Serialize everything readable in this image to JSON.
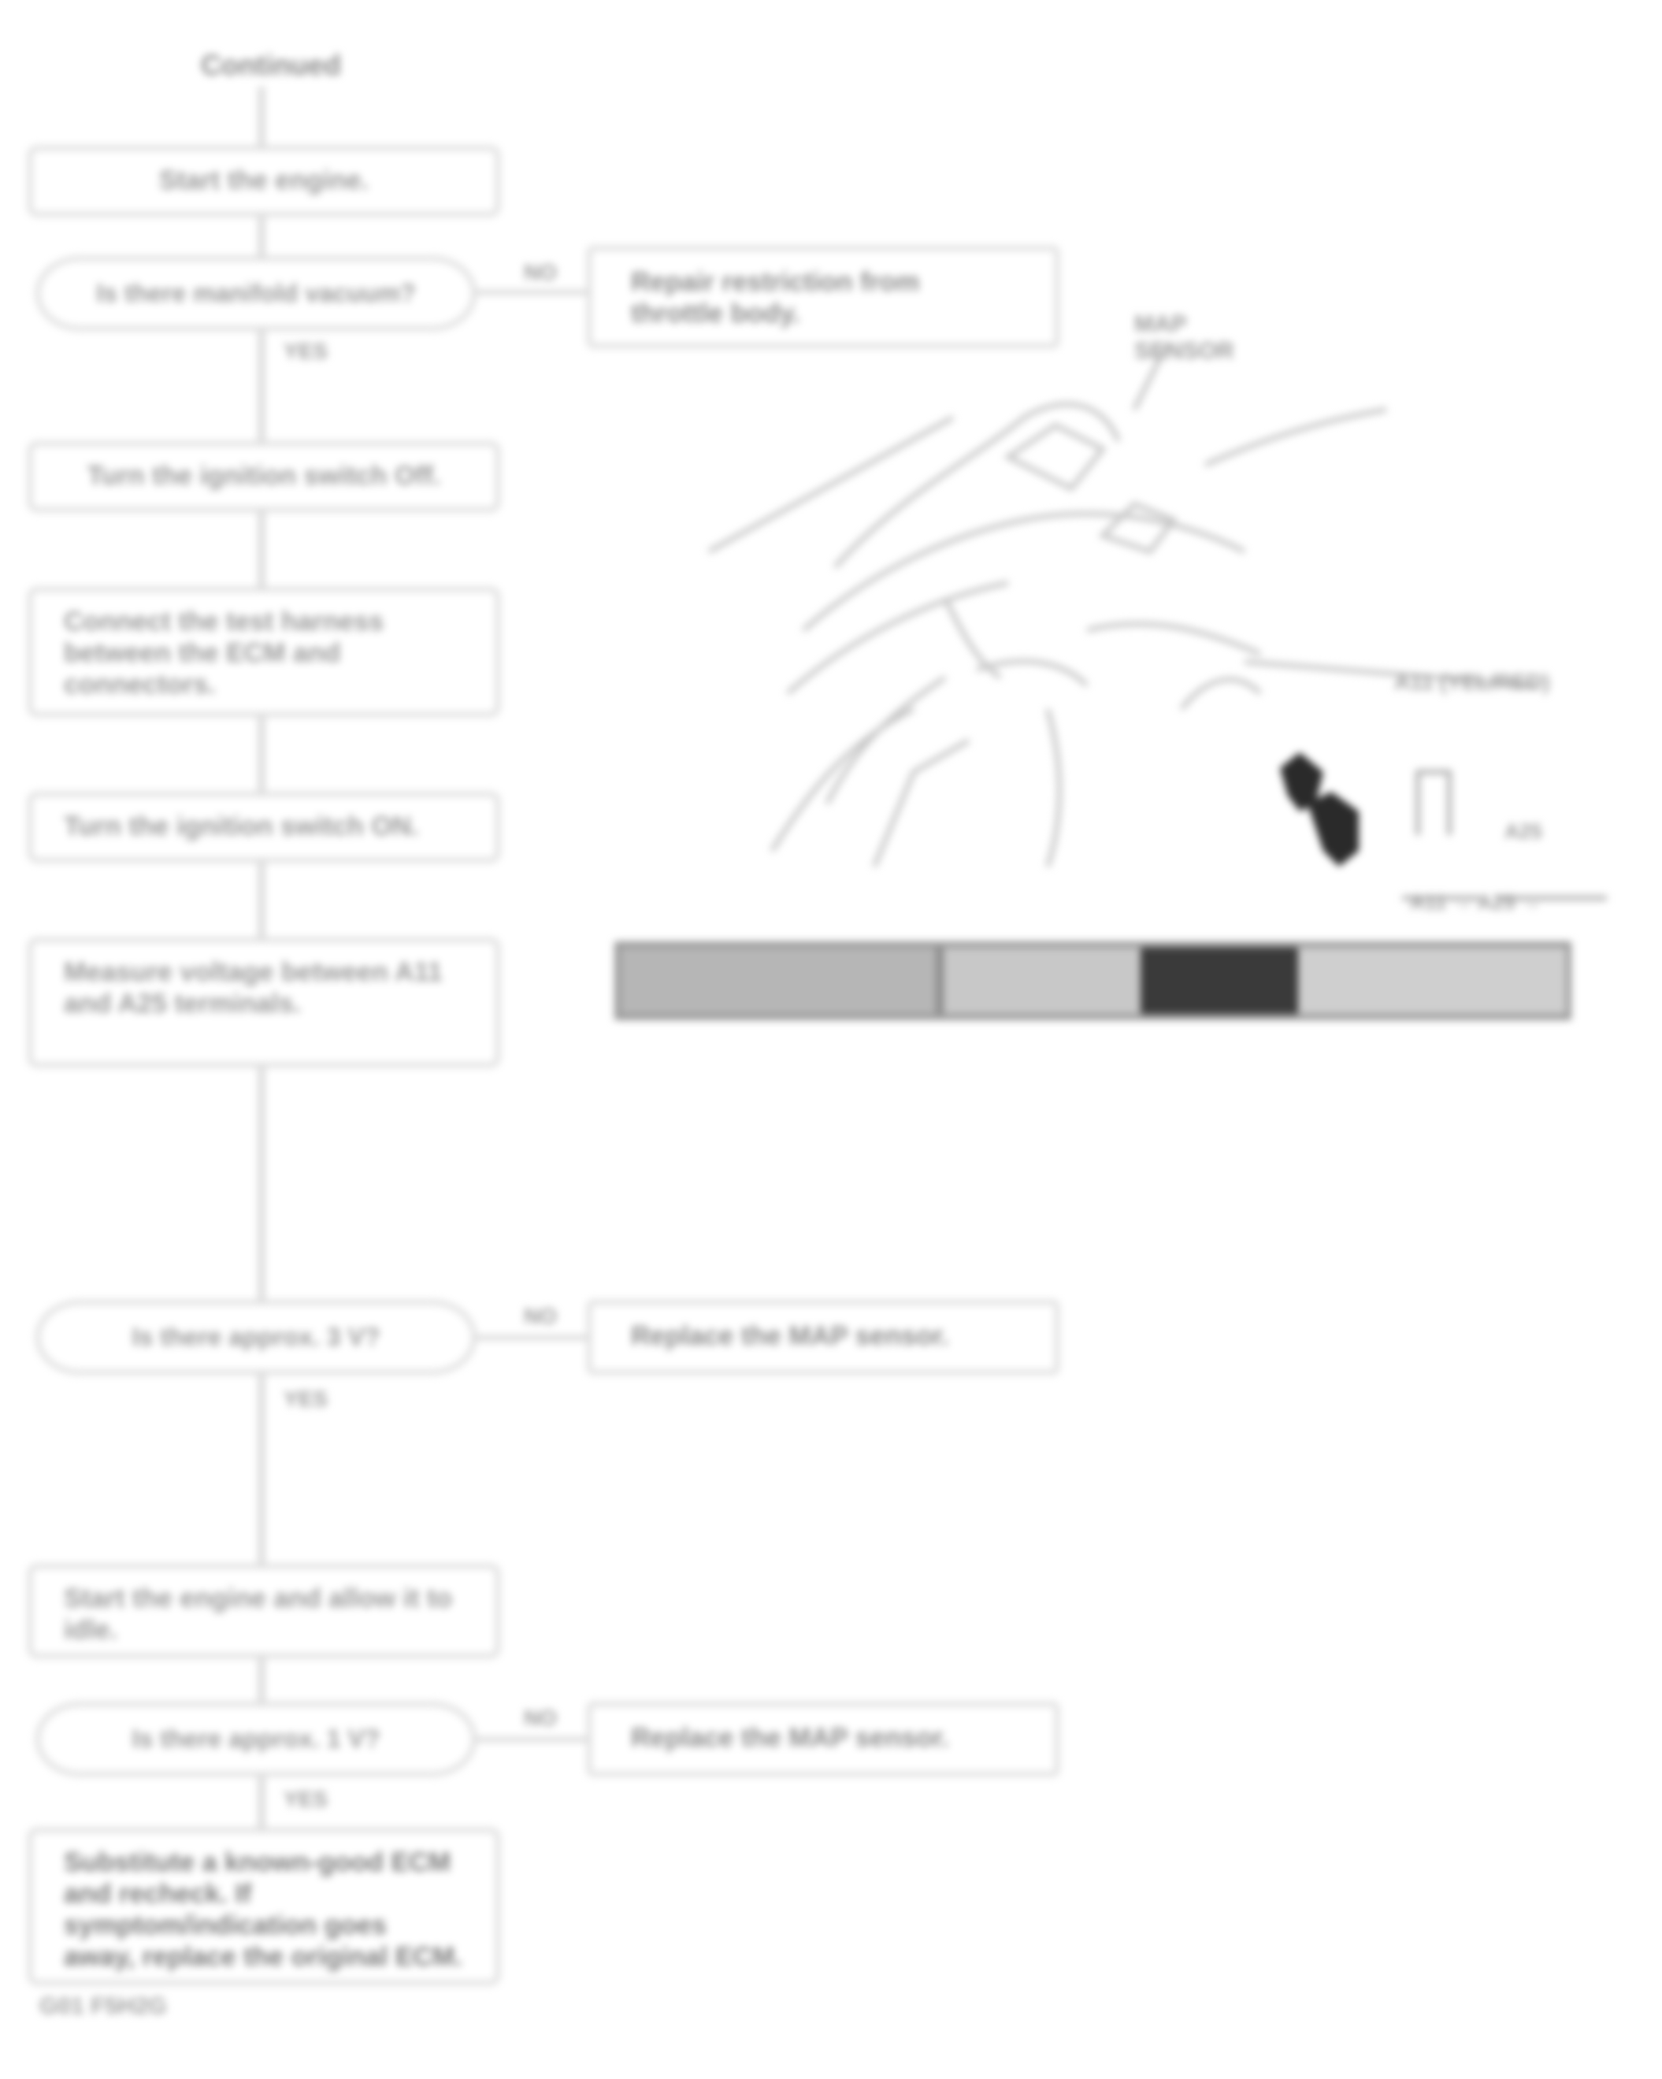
{
  "flow": {
    "start": "Continued",
    "steps": [
      "Start the engine.",
      "Turn the ignition switch Off.",
      "Connect the test harness between the ECM and connectors.",
      "Turn the ignition switch ON.",
      "Measure voltage between A11 and A25 terminals.",
      "Start the engine and allow it to idle.",
      "Substitute a known-good ECM and recheck. If symptom/indication goes away, replace the original ECM."
    ],
    "decisions": [
      "Is there manifold vacuum?",
      "Is there approx. 3 V?",
      "Is there approx. 1 V?"
    ],
    "yes": "YES",
    "no": "NO",
    "actions": [
      "Repair restriction from throttle body.",
      "Replace the MAP sensor.",
      "Replace the MAP sensor."
    ],
    "footer": "G01 F5H2G"
  },
  "illustration": {
    "label_top": "MAP SENSOR",
    "label_right": "A11 (YEL/RED)",
    "label_small": "A25",
    "label_bottom": "A11 → A25 →"
  }
}
